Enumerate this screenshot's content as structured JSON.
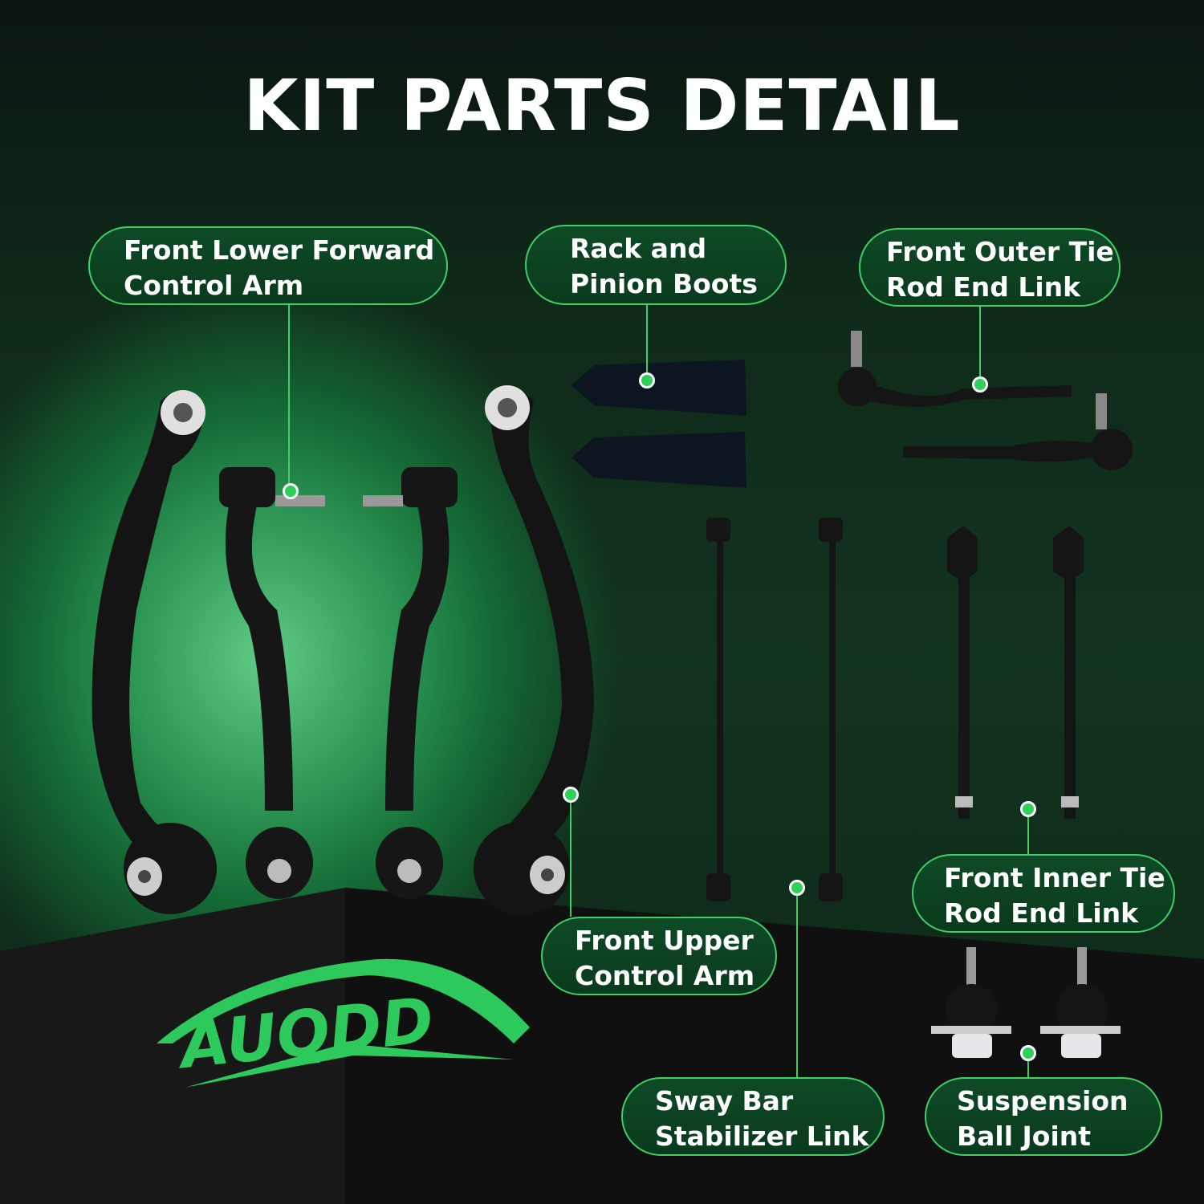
{
  "title": "KIT PARTS DETAIL",
  "brand": "AUQDD",
  "accent_color": "#3fcf66",
  "labels": [
    {
      "id": "front-lower-forward-control-arm",
      "lines": [
        "Front Lower Forward",
        "Control Arm"
      ]
    },
    {
      "id": "rack-and-pinion-boots",
      "lines": [
        "Rack and",
        "Pinion Boots"
      ]
    },
    {
      "id": "front-outer-tie-rod-end-link",
      "lines": [
        "Front Outer Tie",
        "Rod End Link"
      ]
    },
    {
      "id": "front-inner-tie-rod-end-link",
      "lines": [
        "Front Inner Tie",
        "Rod End Link"
      ]
    },
    {
      "id": "front-upper-control-arm",
      "lines": [
        "Front Upper",
        "Control Arm"
      ]
    },
    {
      "id": "sway-bar-stabilizer-link",
      "lines": [
        "Sway Bar",
        "Stabilizer Link"
      ]
    },
    {
      "id": "suspension-ball-joint",
      "lines": [
        "Suspension",
        "Ball Joint"
      ]
    }
  ]
}
